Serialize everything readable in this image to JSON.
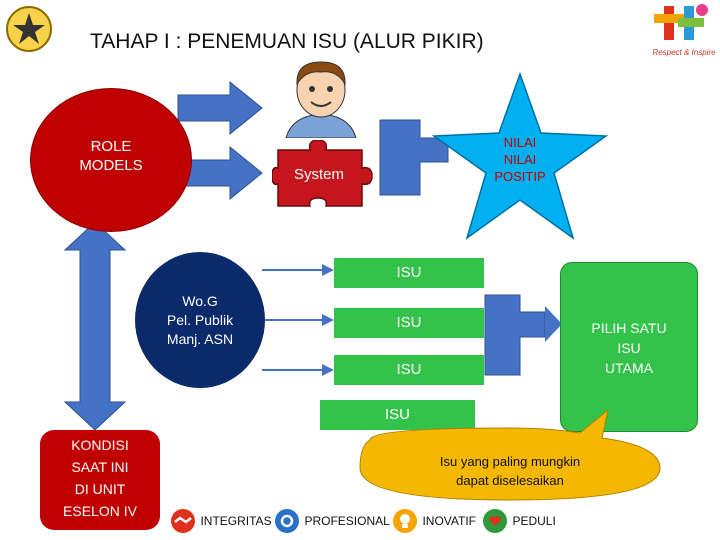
{
  "title": "TAHAP I : PENEMUAN ISU (ALUR PIKIR)",
  "logo_right": {
    "tagline": "Respect & Inspire"
  },
  "role_models": {
    "line1": "ROLE",
    "line2": "MODELS"
  },
  "system_piece": {
    "label": "System"
  },
  "star": {
    "line1": "NILAI",
    "line2": "NILAI",
    "line3": "POSITIP"
  },
  "wog": {
    "line1": "Wo.G",
    "line2": "Pel. Publik",
    "line3": "Manj. ASN"
  },
  "isu_boxes": [
    "ISU",
    "ISU",
    "ISU",
    "ISU"
  ],
  "pilih": {
    "line1": "PILIH SATU",
    "line2": "ISU",
    "line3": "UTAMA"
  },
  "kondisi": {
    "line1": "KONDISI",
    "line2": "SAAT INI",
    "line3": "DI UNIT",
    "line4": "ESELON IV"
  },
  "callout": {
    "line1": "Isu yang paling mungkin",
    "line2": "dapat diselesaikan"
  },
  "values": [
    "INTEGRITAS",
    "PROFESIONAL",
    "INOVATIF",
    "PEDULI"
  ],
  "colors": {
    "red": "#c00000",
    "navy": "#0b2a6b",
    "green": "#33c24a",
    "blue_arrow": "#4472c4",
    "star_fill": "#00b0f0",
    "callout_fill": "#f5b800"
  }
}
